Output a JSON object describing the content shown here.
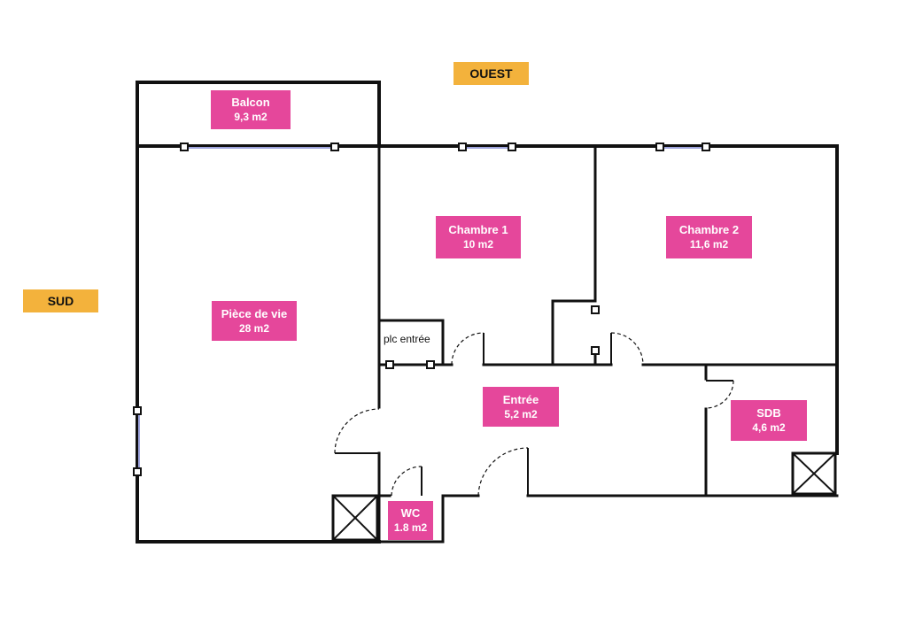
{
  "colors": {
    "label_bg": "#e5479b",
    "orientation_bg": "#f3b23c",
    "wall": "#111111",
    "window": "#9ea4dd"
  },
  "orientation": {
    "west": "OUEST",
    "south": "SUD"
  },
  "rooms": {
    "balcon": {
      "name": "Balcon",
      "area": "9,3 m2"
    },
    "chambre1": {
      "name": "Chambre 1",
      "area": "10 m2"
    },
    "chambre2": {
      "name": "Chambre 2",
      "area": "11,6 m2"
    },
    "piece_de_vie": {
      "name": "Pièce de vie",
      "area": "28 m2"
    },
    "entree": {
      "name": "Entrée",
      "area": "5,2 m2"
    },
    "sdb": {
      "name": "SDB",
      "area": "4,6 m2"
    },
    "wc": {
      "name": "WC",
      "area": "1.8 m2"
    }
  },
  "closet_label": "plc entrée"
}
